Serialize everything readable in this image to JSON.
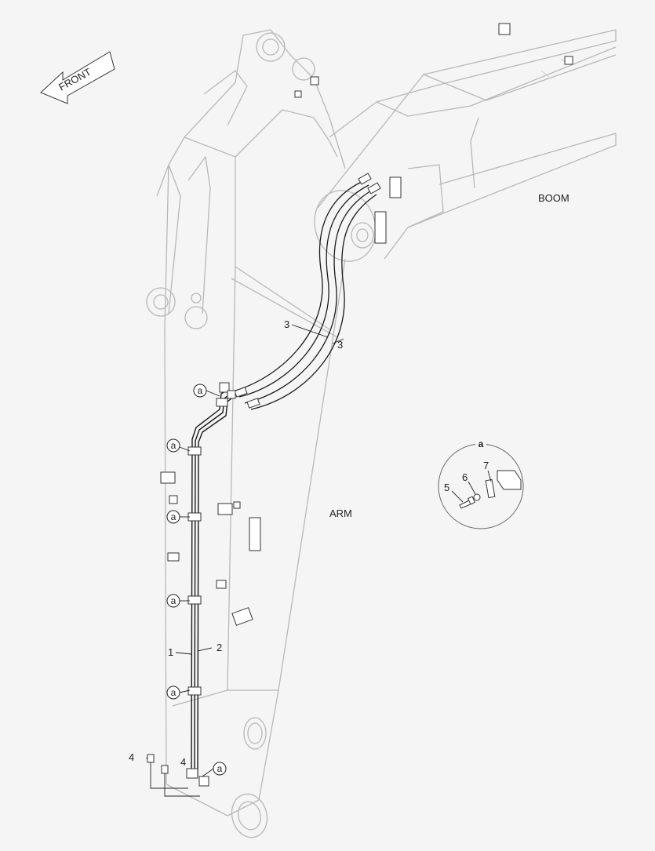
{
  "front_label": "FRONT",
  "boom_label": "BOOM",
  "arm_label": "ARM",
  "detail_label": "a",
  "part_numbers": {
    "p1": "1",
    "p2": "2",
    "p3a": "3",
    "p3b": "3",
    "p4a": "4",
    "p4b": "4",
    "p5": "5",
    "p6": "6",
    "p7": "7"
  },
  "clamp_marker": "a",
  "colors": {
    "outline": "#b8b8b8",
    "pipe": "#1a1a1a",
    "background": "#f5f5f5"
  }
}
